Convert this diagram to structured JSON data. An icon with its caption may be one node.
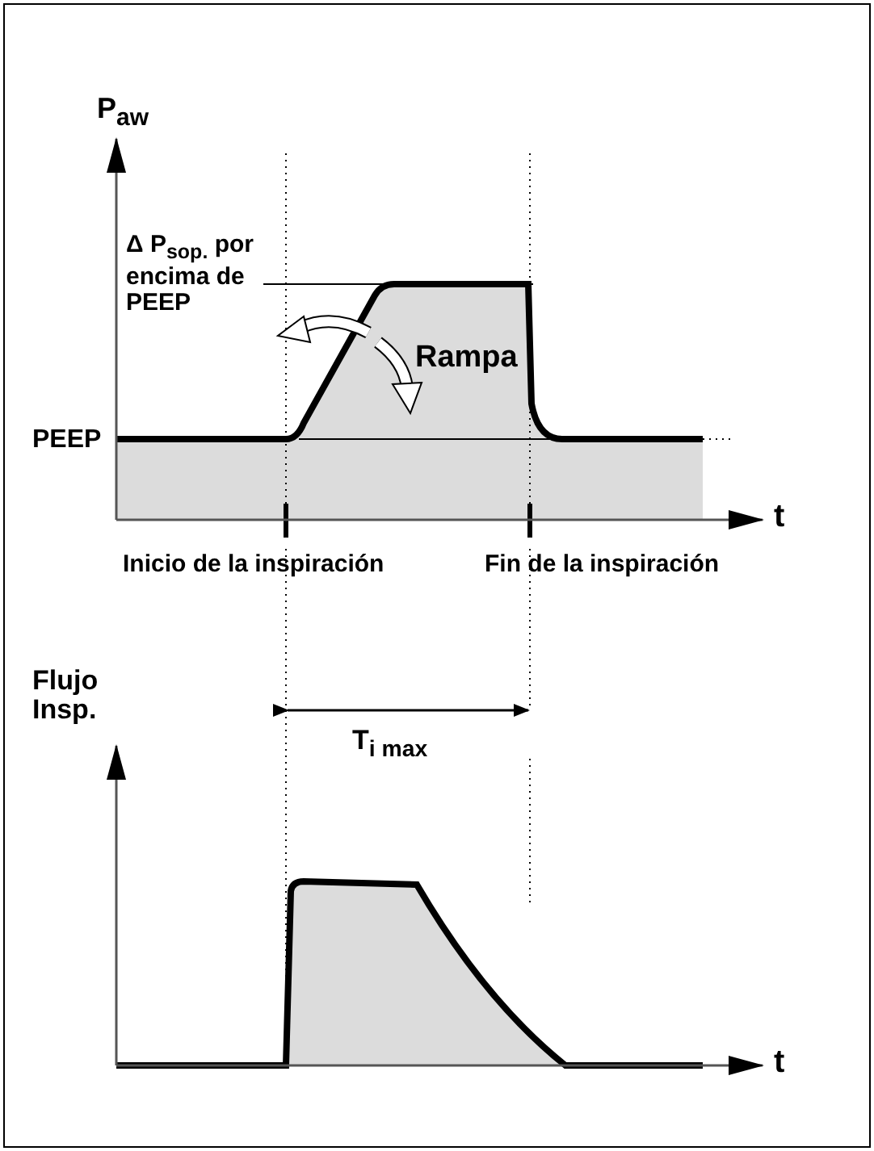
{
  "diagram": {
    "labels": [
      "P$_{aw}$",
      "Δ P$_{sop.}$ por encima de PEEP",
      "Rampa",
      "PEEP",
      "t",
      "Inicio de la inspiración",
      "Fin de la inspiración",
      "Flujo Insp.",
      "T$_{i max}$",
      "t"
    ]
  }
}
